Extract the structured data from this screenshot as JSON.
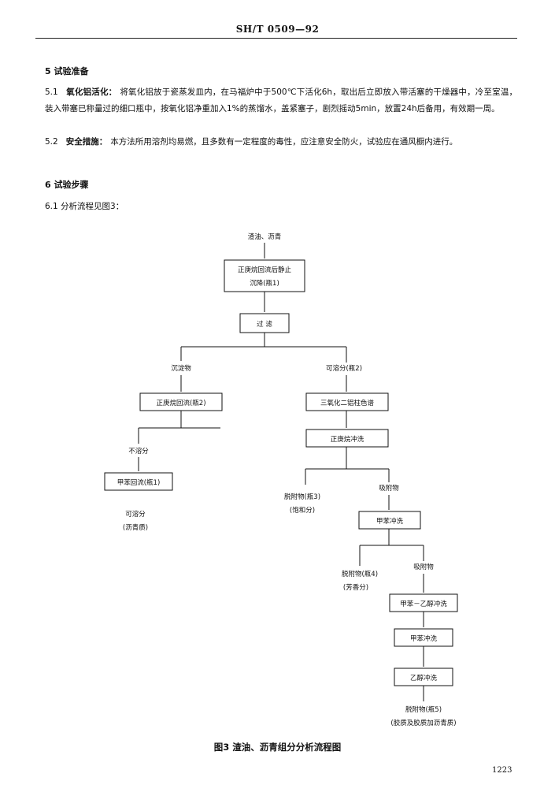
{
  "header": {
    "standard_no": "SH/T 0509—92"
  },
  "section5": {
    "title": "5  试验准备",
    "p51_num": "5.1",
    "p51_lead": "氧化铝活化：",
    "p51_text": "将氧化铝放于瓷蒸发皿内，在马福炉中于500℃下活化6h，取出后立即放入带活塞的干燥器中，冷至室温，装入带塞已称量过的细口瓶中，按氧化铝净重加入1%的蒸馏水，盖紧塞子，剧烈摇动5min，放置24h后备用，有效期一周。",
    "p52_num": "5.2",
    "p52_lead": "安全措施：",
    "p52_text": "本方法所用溶剂均易燃，且多数有一定程度的毒性，应注意安全防火，试验应在通风橱内进行。"
  },
  "section6": {
    "title": "6  试验步骤",
    "p61": "6.1    分析流程见图3："
  },
  "flow": {
    "start": "渣油、沥青",
    "box1_line1": "正庚烷回流后静止",
    "box1_line2": "沉降(瓶1)",
    "box2": "过  滤",
    "precipitate": "沉淀物",
    "soluble_right": "可溶分(瓶2)",
    "box3": "正庚烷回流(瓶2)",
    "box4": "三氧化二铝柱色谱",
    "insoluble": "不溶分",
    "box5": "正庚烷冲洗",
    "box6": "甲苯回流(瓶1)",
    "soluble_asph": "可溶分",
    "asph_note": "(沥青质)",
    "elute1": "脱附物(瓶3)",
    "elute1_note": "(饱和分)",
    "adsorb1": "吸附物",
    "box7": "甲苯冲洗",
    "elute2": "脱附物(瓶4)",
    "elute2_note": "(芳香分)",
    "adsorb2": "吸附物",
    "box8": "甲苯－乙醇冲洗",
    "box9": "甲苯冲洗",
    "box10": "乙醇冲洗",
    "elute3": "脱附物(瓶5)",
    "elute3_note": "(胶质及胶质加沥青质)"
  },
  "figure": {
    "caption": "图3    渣油、沥青组分分析流程图"
  },
  "page_number": "1223"
}
